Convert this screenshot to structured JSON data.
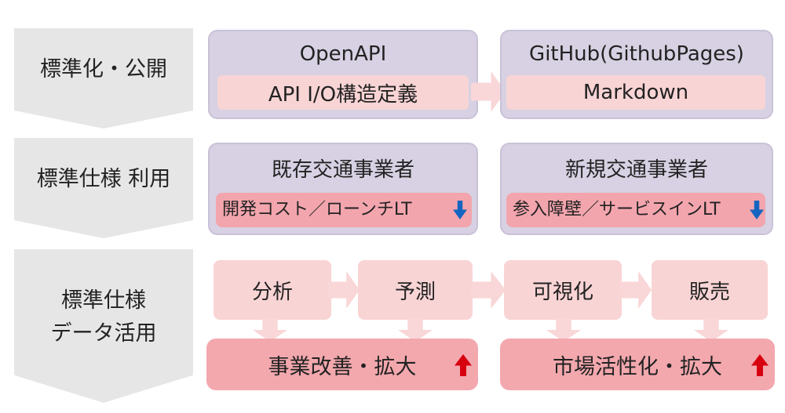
{
  "phases": [
    {
      "label": "標準化・公開"
    },
    {
      "label": "標準仕様 利用"
    },
    {
      "lines": [
        "標準仕様",
        "データ活用"
      ]
    }
  ],
  "row1": {
    "left": {
      "title": "OpenAPI",
      "bar": "API I/O構造定義"
    },
    "right": {
      "title": "GitHub(GithubPages)",
      "bar": "Markdown"
    }
  },
  "row2": {
    "left": {
      "title": "既存交通事業者",
      "bar": "開発コスト／ローンチLT"
    },
    "right": {
      "title": "新規交通事業者",
      "bar": "参入障壁／サービスインLT"
    }
  },
  "row3": {
    "steps": [
      "分析",
      "予測",
      "可視化",
      "販売"
    ],
    "results": [
      "事業改善・拡大",
      "市場活性化・拡大"
    ]
  },
  "icons": {
    "down": "arrow-down-icon",
    "up": "arrow-up-icon",
    "down_color": "#1565c0",
    "up_color": "#d7000f"
  },
  "colors": {
    "panel": "#d7d1e3",
    "bar_light": "#f9d4d5",
    "bar_mid": "#f3a5ad",
    "phase": "#e6e6e6"
  }
}
